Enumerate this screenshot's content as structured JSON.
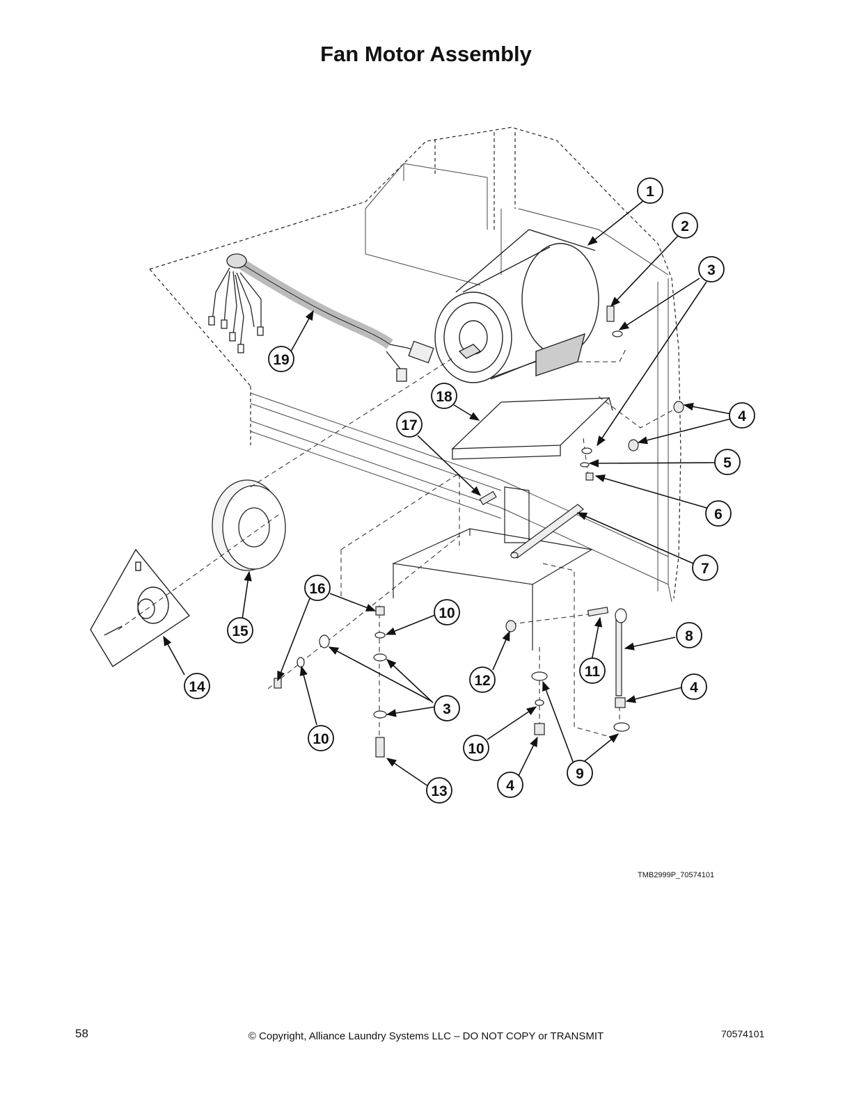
{
  "title": "Fan Motor Assembly",
  "figure_id": "TMB2999P_70574101",
  "footer": {
    "page_number": "58",
    "copyright": "© Copyright, Alliance Laundry Systems LLC – DO NOT COPY or TRANSMIT",
    "doc_number": "70574101"
  },
  "callouts": [
    {
      "label": "1"
    },
    {
      "label": "2"
    },
    {
      "label": "3"
    },
    {
      "label": "4"
    },
    {
      "label": "5"
    },
    {
      "label": "6"
    },
    {
      "label": "7"
    },
    {
      "label": "8"
    },
    {
      "label": "4"
    },
    {
      "label": "11"
    },
    {
      "label": "12"
    },
    {
      "label": "9"
    },
    {
      "label": "10"
    },
    {
      "label": "4"
    },
    {
      "label": "3"
    },
    {
      "label": "10"
    },
    {
      "label": "16"
    },
    {
      "label": "10"
    },
    {
      "label": "13"
    },
    {
      "label": "14"
    },
    {
      "label": "15"
    },
    {
      "label": "17"
    },
    {
      "label": "18"
    },
    {
      "label": "19"
    }
  ]
}
